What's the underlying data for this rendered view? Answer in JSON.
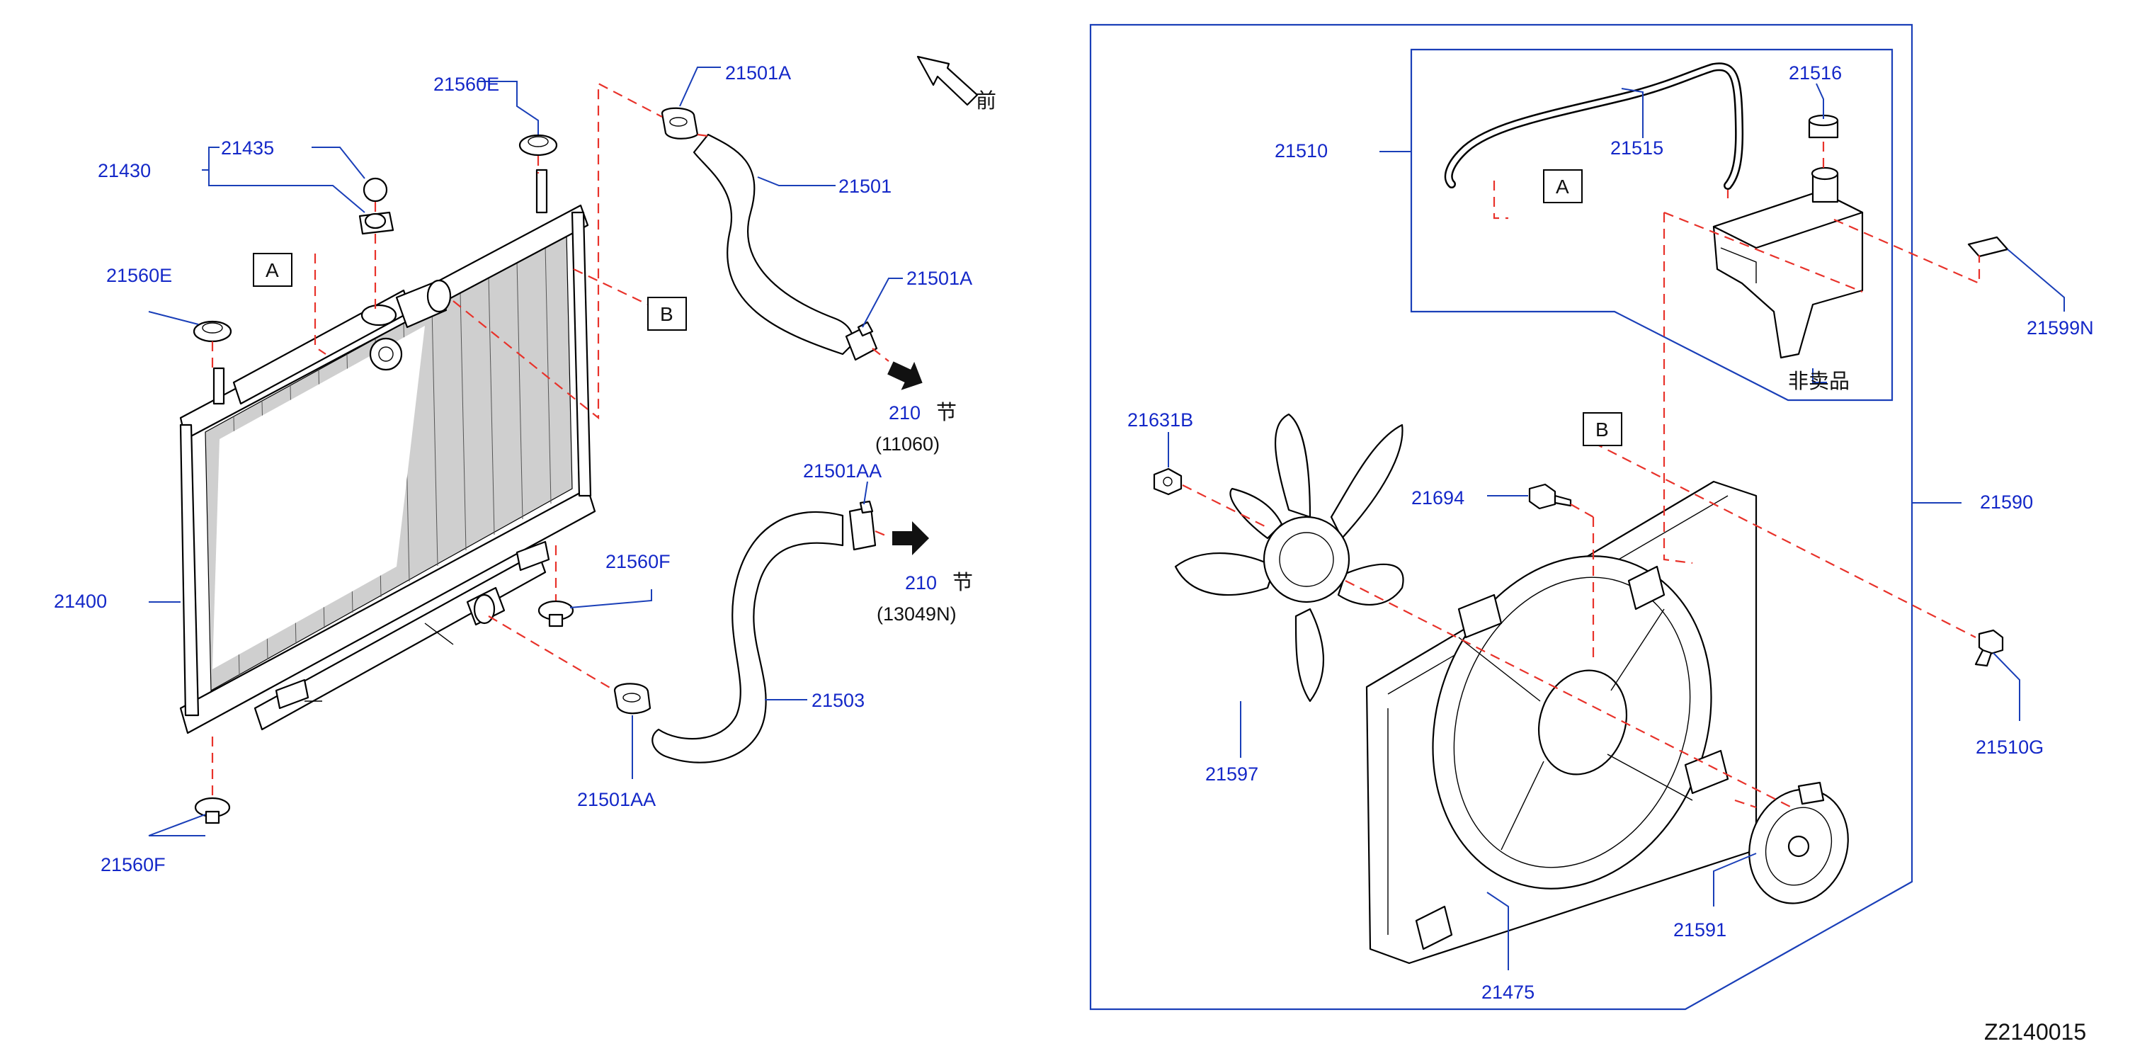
{
  "front_label": "前",
  "labels": {
    "p21430": "21430",
    "p21435": "21435",
    "p21560E_top": "21560E",
    "p21560E_left": "21560E",
    "p21501A_top": "21501A",
    "p21501": "21501",
    "p21501A_mid": "21501A",
    "p21400": "21400",
    "p21560F_right": "21560F",
    "p21560F_bottom": "21560F",
    "p21501AA_top": "21501AA",
    "p21503": "21503",
    "p21501AA_bottom": "21501AA",
    "p21510": "21510",
    "p21515": "21515",
    "p21516": "21516",
    "p21599N": "21599N",
    "p21631B": "21631B",
    "p21694": "21694",
    "p21590": "21590",
    "p21597": "21597",
    "p21510G": "21510G",
    "p21591": "21591",
    "p21475": "21475"
  },
  "section_refs": [
    {
      "prefix": "210",
      "suffix": "节",
      "code": "(11060)"
    },
    {
      "prefix": "210",
      "suffix": "节",
      "code": "(13049N)"
    }
  ],
  "box_markers": {
    "a_left": "A",
    "b_left": "B",
    "a_right": "A",
    "b_right": "B"
  },
  "not_for_sale": "非卖品",
  "diagram_code": "Z2140015"
}
